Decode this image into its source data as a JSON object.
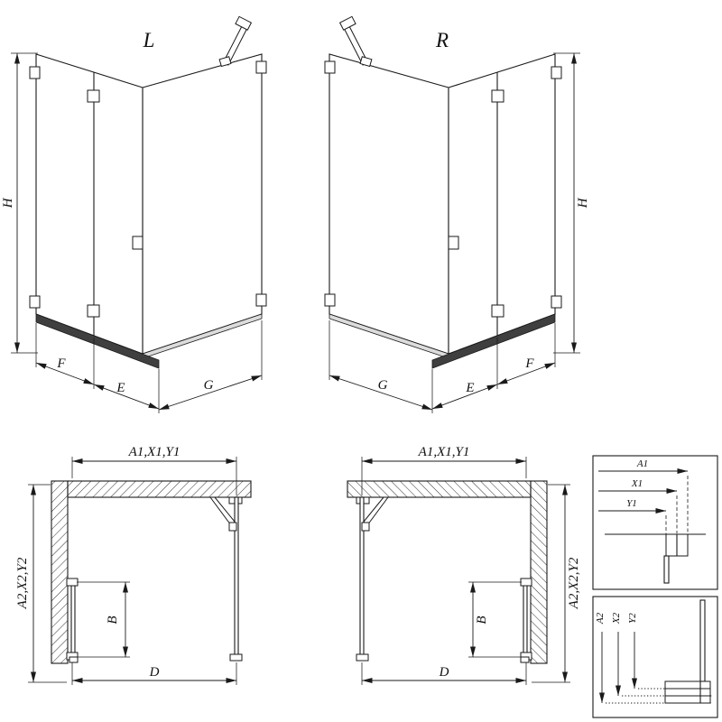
{
  "views": {
    "l3d": {
      "label": "L",
      "dim_h": "H",
      "dim_f": "F",
      "dim_e": "E",
      "dim_g": "G"
    },
    "r3d": {
      "label": "R",
      "dim_h": "H",
      "dim_f": "F",
      "dim_e": "E",
      "dim_g": "G"
    },
    "lplan": {
      "dim_top": "A1,X1,Y1",
      "dim_side": "A2,X2,Y2",
      "dim_b": "B",
      "dim_d": "D"
    },
    "rplan": {
      "dim_top": "A1,X1,Y1",
      "dim_side": "A2,X2,Y2",
      "dim_b": "B",
      "dim_d": "D"
    },
    "detail_horizontal": {
      "dim_a1": "A1",
      "dim_x1": "X1",
      "dim_y1": "Y1"
    },
    "detail_vertical": {
      "dim_a2": "A2",
      "dim_x2": "X2",
      "dim_y2": "Y2"
    }
  },
  "colors": {
    "line": "#1a1a1a",
    "rail": "#3f3f3f",
    "background": "#ffffff"
  }
}
